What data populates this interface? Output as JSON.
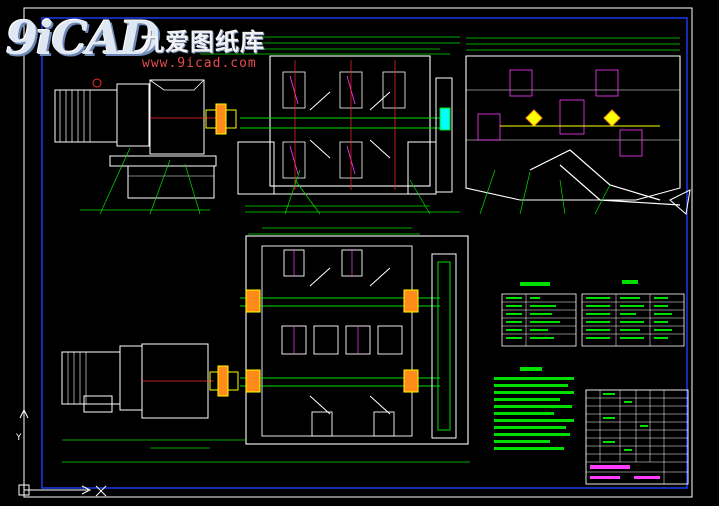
{
  "watermark": {
    "logo_mark": "9iCAD",
    "name_cn": "九爱图纸库",
    "url": "www.9icad.com"
  },
  "colors": {
    "background": "#000000",
    "frame": "#1f3cff",
    "outline": "#ffffff",
    "green": "#00e000",
    "yellow": "#ffff00",
    "red": "#ff2a2a",
    "cyan": "#00ffff",
    "magenta": "#ff3cff",
    "orange": "#ff8c1a"
  },
  "icons": {
    "ucs": "ucs-axis-icon",
    "crosshair": "crosshair-icon"
  }
}
